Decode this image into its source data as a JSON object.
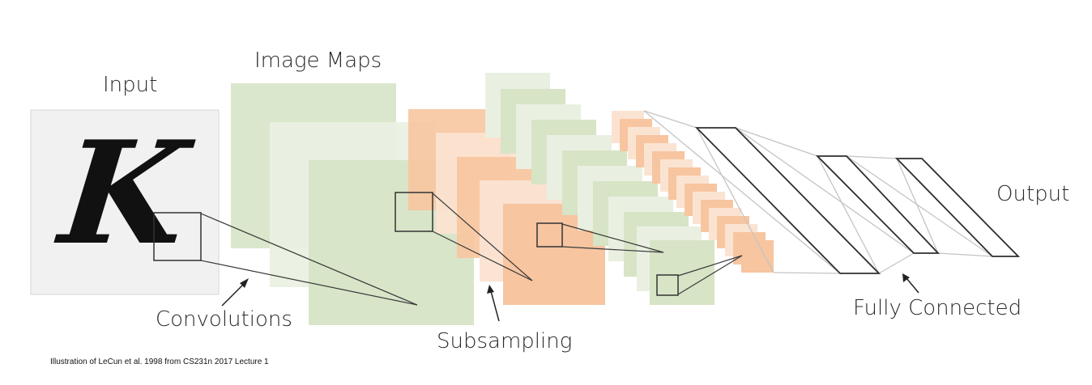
{
  "labels": {
    "input": "Input",
    "image_maps": "Image Maps",
    "output": "Output",
    "convolutions": "Convolutions",
    "subsampling": "Subsampling",
    "fully_connected": "Fully Connected",
    "input_letter": "K"
  },
  "caption": "Illustration of LeCun et al. 1998 from CS231n 2017 Lecture 1",
  "colors": {
    "input_bg": "#f1f1f1",
    "green": "#d7e4c6",
    "green_light": "#eaf0e1",
    "orange": "#f7c5a0",
    "orange_light": "#fbe3d2",
    "line": "#3a3a3a",
    "fc_line": "#c4c4c4"
  }
}
